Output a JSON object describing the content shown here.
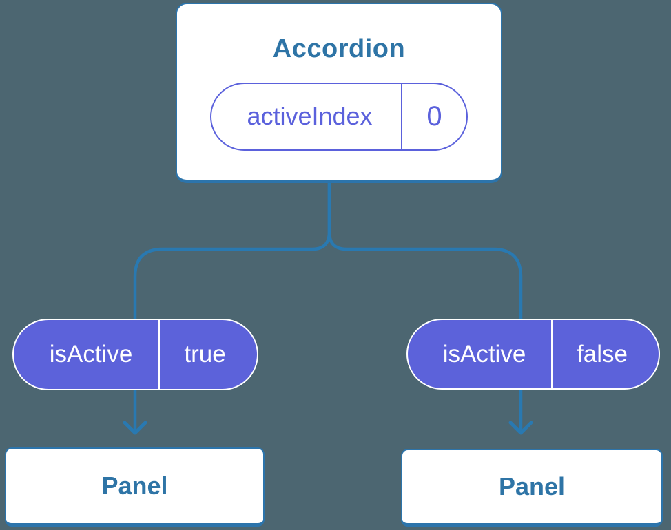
{
  "colors": {
    "background": "#4C6671",
    "connector_blue": "#2979B1",
    "node_border_blue": "#2C74AB",
    "heading_text_blue": "#2E74A6",
    "purple_accent": "#5B61DC",
    "purple_pill_fill": "#5C62DA",
    "white": "#FFFFFF"
  },
  "diagram": {
    "root": {
      "title": "Accordion",
      "prop": {
        "name": "activeIndex",
        "value": "0"
      }
    },
    "children": [
      {
        "prop": {
          "name": "isActive",
          "value": "true"
        },
        "node": "Panel"
      },
      {
        "prop": {
          "name": "isActive",
          "value": "false"
        },
        "node": "Panel"
      }
    ]
  }
}
